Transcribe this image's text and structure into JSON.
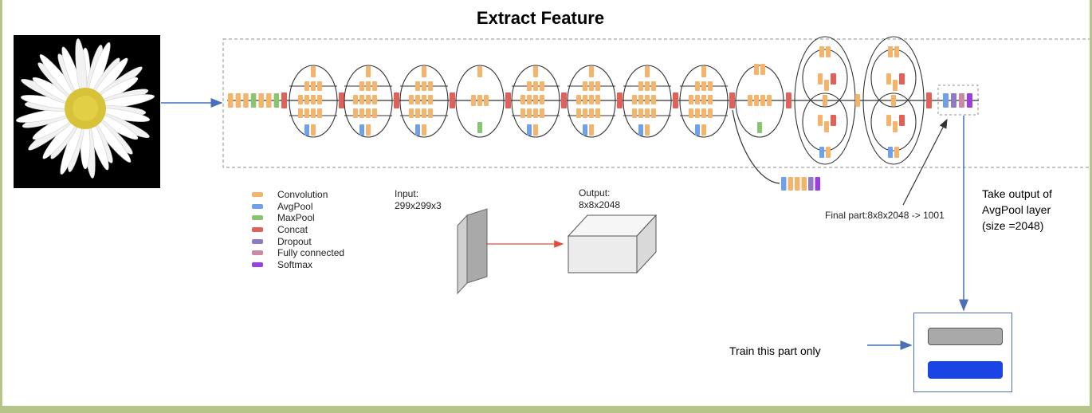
{
  "title": "Extract Feature",
  "legend": [
    {
      "label": "Convolution",
      "color": "#f4b46c"
    },
    {
      "label": "AvgPool",
      "color": "#6fa1ea"
    },
    {
      "label": "MaxPool",
      "color": "#89c46f"
    },
    {
      "label": "Concat",
      "color": "#e0605a"
    },
    {
      "label": "Dropout",
      "color": "#8f79c2"
    },
    {
      "label": "Fully connected",
      "color": "#c98aa3"
    },
    {
      "label": "Softmax",
      "color": "#9b3fe0"
    }
  ],
  "input_label": "Input:",
  "input_size": "299x299x3",
  "output_label": "Output:",
  "output_size": "8x8x2048",
  "final_part": "Final part:8x8x2048 -> 1001",
  "take_output": [
    "Take output of",
    "AvgPool layer",
    "(size =2048)"
  ],
  "train_part": "Train this part only",
  "colors": {
    "arrow": "#4a6fb8",
    "red_arrow": "#e64a3a",
    "dashed_border": "#8c8c8c",
    "head_gray": "#a9a9a9",
    "head_blue": "#1a44e6"
  }
}
